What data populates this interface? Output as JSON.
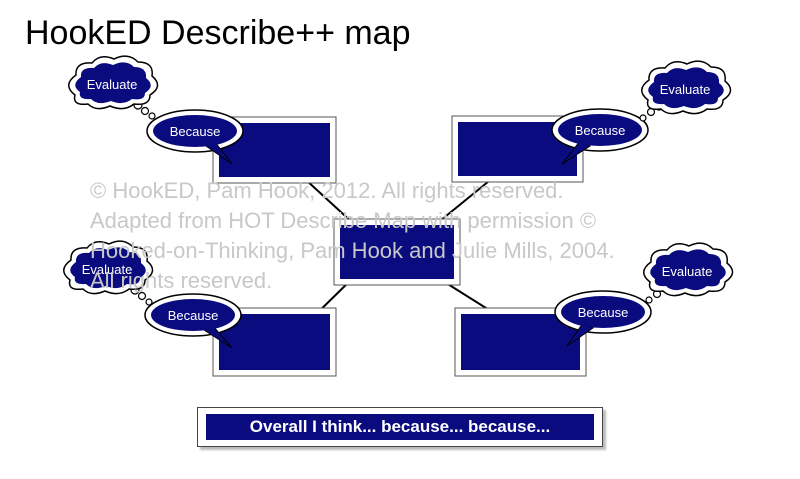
{
  "title": "HookED Describe++ map",
  "watermark": [
    "© HookED, Pam Hook, 2012.  All rights reserved.",
    "Adapted from HOT Describe Map with permission ©",
    "Hooked-on-Thinking, Pam Hook and Julie Mills, 2004.",
    "All rights reserved."
  ],
  "bubbles": {
    "evaluate_label": "Evaluate",
    "because_label": "Because"
  },
  "overall_text": "Overall I think... because... because...",
  "colors": {
    "box_fill": "#0b0b80",
    "outline": "#000000",
    "watermark": "#c8c8c8"
  }
}
